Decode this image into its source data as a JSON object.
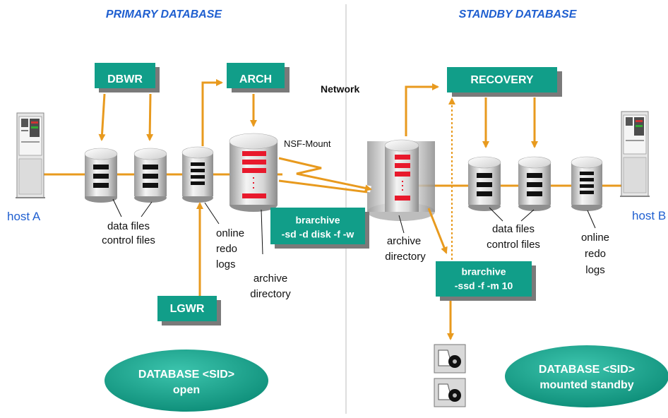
{
  "titles": {
    "primary": "PRIMARY DATABASE",
    "standby": "STANDBY DATABASE"
  },
  "hosts": {
    "a": "host A",
    "b": "host B"
  },
  "processes": {
    "dbwr": "DBWR",
    "arch": "ARCH",
    "lgwr": "LGWR",
    "recovery": "RECOVERY"
  },
  "commands": {
    "brarchive_primary": [
      "brarchive",
      "-sd -d disk -f -w"
    ],
    "brarchive_standby": [
      "brarchive",
      "-ssd -f -m 10"
    ]
  },
  "labels": {
    "network": "Network",
    "nsf_mount": "NSF-Mount",
    "primary_data_files": [
      "data files",
      "control files"
    ],
    "primary_online_redo": [
      "online",
      "redo",
      "logs"
    ],
    "primary_archive_dir": [
      "archive",
      "directory"
    ],
    "standby_archive_dir": [
      "archive",
      "directory"
    ],
    "standby_data_files": [
      "data files",
      "control files"
    ],
    "standby_online_redo": [
      "online",
      "redo",
      "logs"
    ]
  },
  "states": {
    "primary": [
      "DATABASE <SID>",
      "open"
    ],
    "standby": [
      "DATABASE <SID>",
      "mounted standby"
    ]
  },
  "colors": {
    "box": "#119e89",
    "box_shadow": "#7a7a7a",
    "arrow": "#e89a1e",
    "line": "#e89a1e",
    "title": "#1f5fd0",
    "archive_stripe": "#e8192c",
    "stripe": "#111111"
  },
  "icons": {
    "server": "server-tower-icon",
    "tape": "tape-drive-icon",
    "cylinder": "disk-cylinder-icon"
  }
}
